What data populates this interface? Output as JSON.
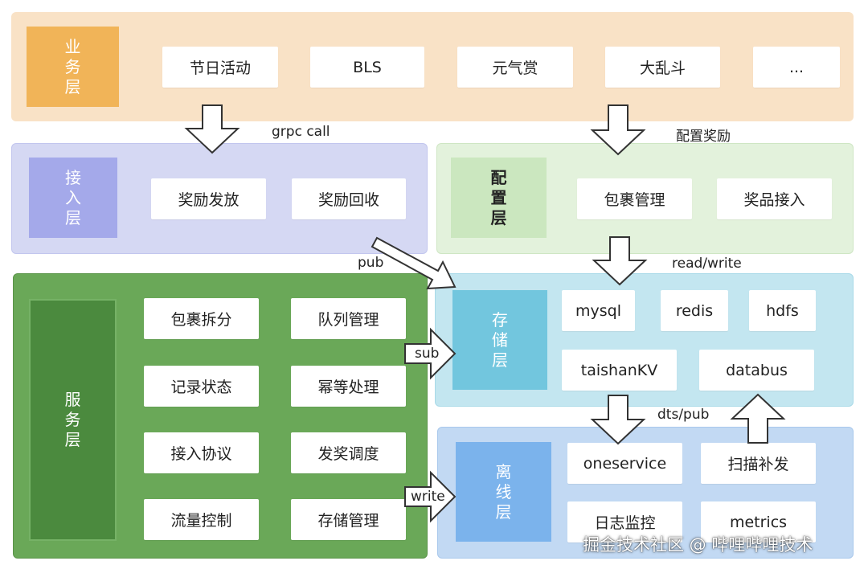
{
  "layers": {
    "business": {
      "label": "业务层",
      "items": [
        "节日活动",
        "BLS",
        "元气赏",
        "大乱斗",
        "..."
      ]
    },
    "access": {
      "label": "接入层",
      "items": [
        "奖励发放",
        "奖励回收"
      ]
    },
    "config": {
      "label": "配置层",
      "items": [
        "包裹管理",
        "奖品接入"
      ]
    },
    "service": {
      "label": "服务层",
      "items": [
        "包裹拆分",
        "队列管理",
        "记录状态",
        "幂等处理",
        "接入协议",
        "发奖调度",
        "流量控制",
        "存储管理"
      ]
    },
    "storage": {
      "label": "存储层",
      "items": [
        "mysql",
        "redis",
        "hdfs",
        "taishanKV",
        "databus"
      ]
    },
    "offline": {
      "label": "离线层",
      "items": [
        "oneservice",
        "扫描补发",
        "日志监控",
        "metrics"
      ]
    }
  },
  "arrows": {
    "grpc_call": "grpc call",
    "config_reward": "配置奖励",
    "pub": "pub",
    "read_write": "read/write",
    "sub": "sub",
    "dts_pub": "dts/pub",
    "write": "write"
  },
  "watermark": "掘金技术社区 @ 哔哩哔哩技术",
  "colors": {
    "business_panel": "#f9e2c6",
    "business_label": "#f1b458",
    "access_panel": "#d5d8f3",
    "access_label": "#a4a9ea",
    "config_panel": "#e3f2dc",
    "config_label": "#cbe7bf",
    "service_panel": "#6aa858",
    "service_label": "#4b8a3e",
    "storage_panel": "#c3e6f0",
    "storage_label": "#72c6de",
    "offline_panel": "#c2d9f3",
    "offline_label": "#7bb3ec"
  }
}
